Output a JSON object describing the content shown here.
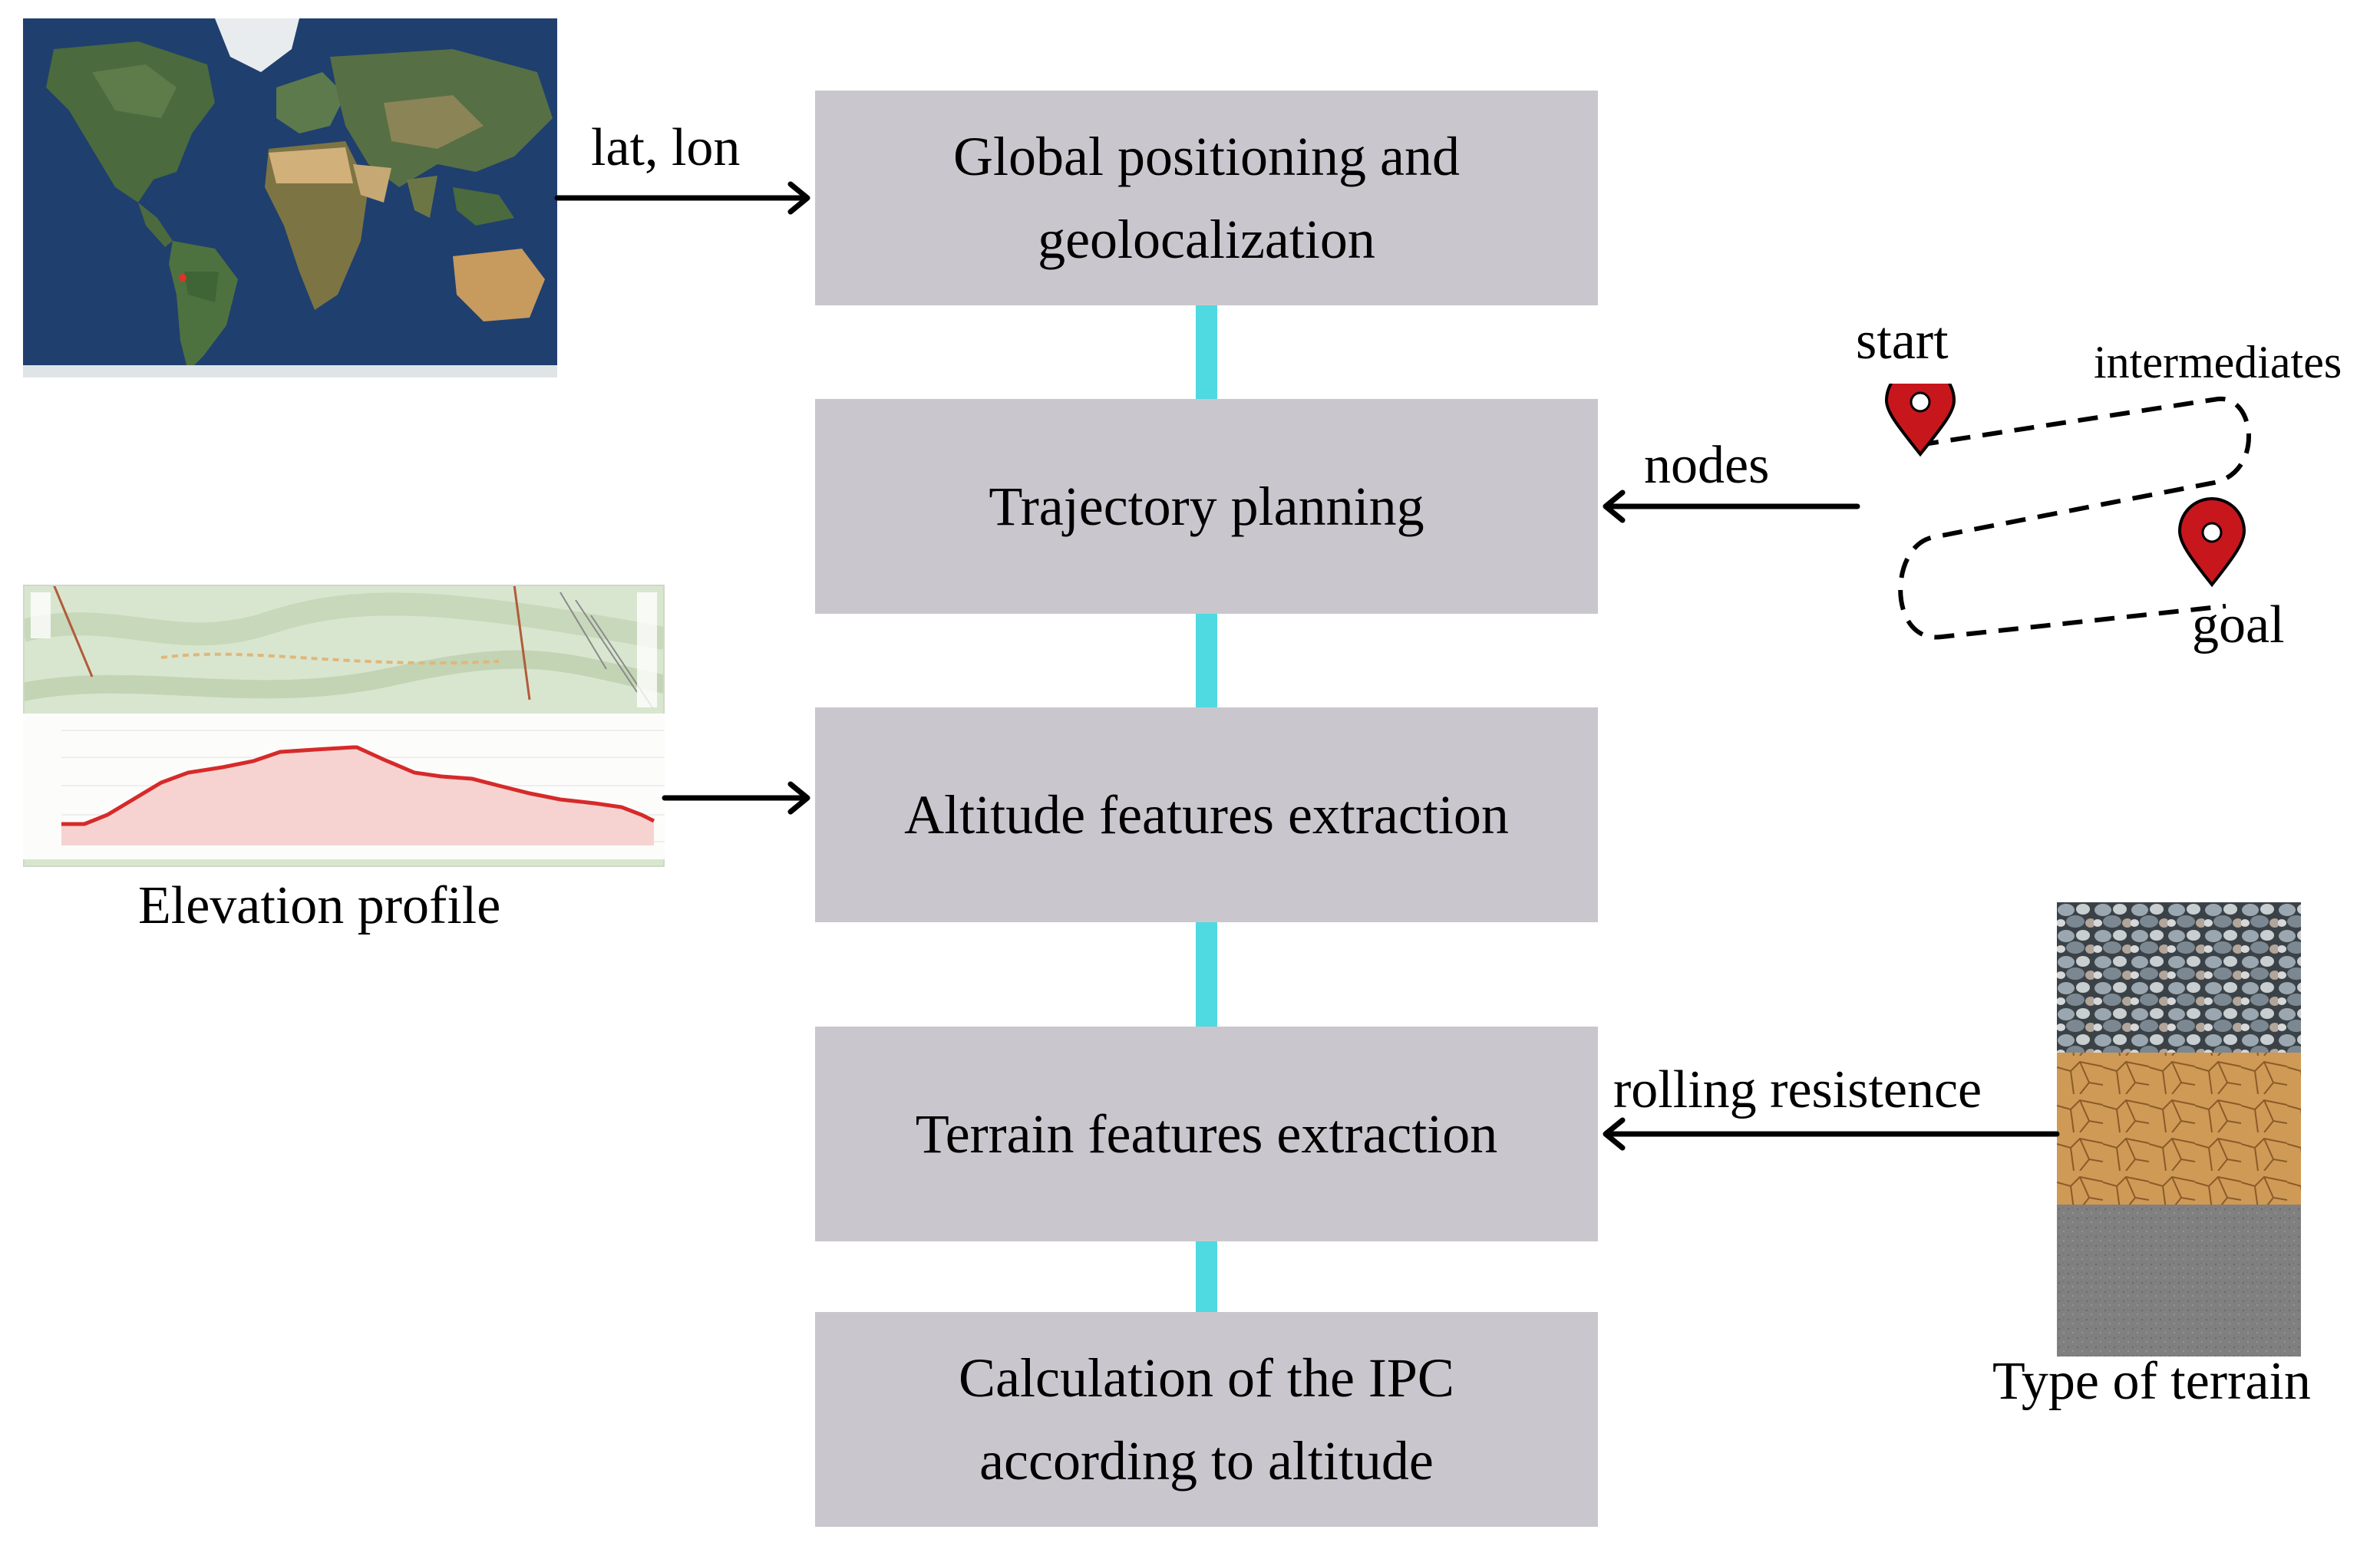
{
  "stages": [
    {
      "id": "global",
      "label": "Global positioning and\ngeolocalization"
    },
    {
      "id": "trajectory",
      "label": "Trajectory planning"
    },
    {
      "id": "altitude",
      "label": "Altitude features extraction"
    },
    {
      "id": "terrain",
      "label": "Terrain features extraction"
    },
    {
      "id": "ipc",
      "label": "Calculation of the IPC\naccording to altitude"
    }
  ],
  "inputs": {
    "map": {
      "arrow_label": "lat, lon"
    },
    "path": {
      "arrow_label": "nodes",
      "start": "start",
      "intermediates": "intermediates",
      "goal": "goal"
    },
    "elevation": {
      "caption": "Elevation profile"
    },
    "terrain": {
      "arrow_label": "rolling resistence",
      "caption": "Type of terrain"
    }
  },
  "colors": {
    "box_fill": "#c9c7cd",
    "connector": "#4fd9e0",
    "marker": "#c8161d",
    "elevation_line": "#d62a2a",
    "elevation_fill": "#f6d3d0"
  }
}
